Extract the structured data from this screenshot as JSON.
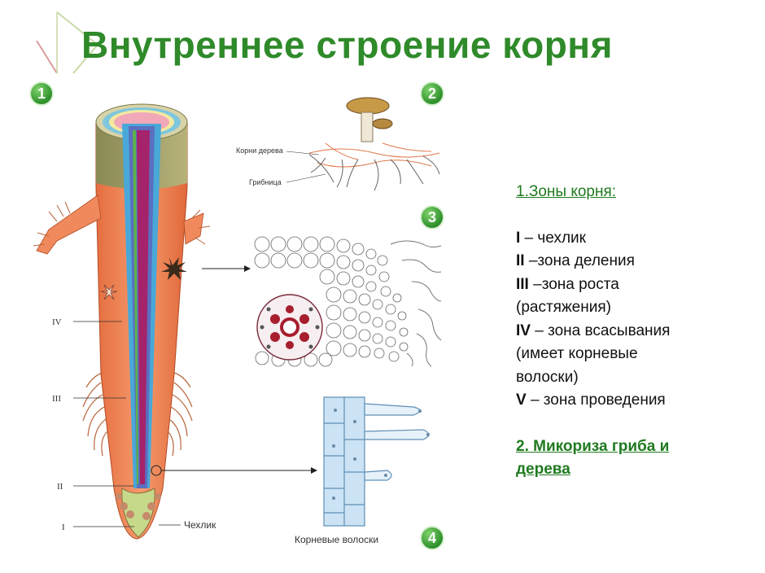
{
  "title": "Внутреннее строение корня",
  "badges": [
    "1",
    "2",
    "3",
    "4"
  ],
  "root_labels": {
    "iv": "IV",
    "iii": "III",
    "ii": "II",
    "i": "I",
    "cap": "Чехлик"
  },
  "mycorrhiza_labels": {
    "tree_roots": "Корни дерева",
    "mycelium": "Грибница"
  },
  "root_hairs_label": "Корневые волоски",
  "panel": {
    "heading": "1.Зоны корня:",
    "zones": [
      {
        "roman": "I",
        "text": " – чехлик"
      },
      {
        "roman": "II",
        "text": " –зона деления"
      },
      {
        "roman": "III",
        "text": " –зона роста"
      },
      {
        "roman": "",
        "text": "(растяжения)"
      },
      {
        "roman": "IV",
        "text": " – зона всасывания"
      },
      {
        "roman": "",
        "text": "(имеет корневые"
      },
      {
        "roman": "",
        "text": "волоски)"
      },
      {
        "roman": "V",
        "text": " – зона проведения"
      }
    ],
    "heading2_line1": "2. Микориза гриба и",
    "heading2_line2": "дерева"
  },
  "colors": {
    "title": "#2f8a2a",
    "root": "#f08a5d",
    "badge": "#2e8f2c"
  }
}
